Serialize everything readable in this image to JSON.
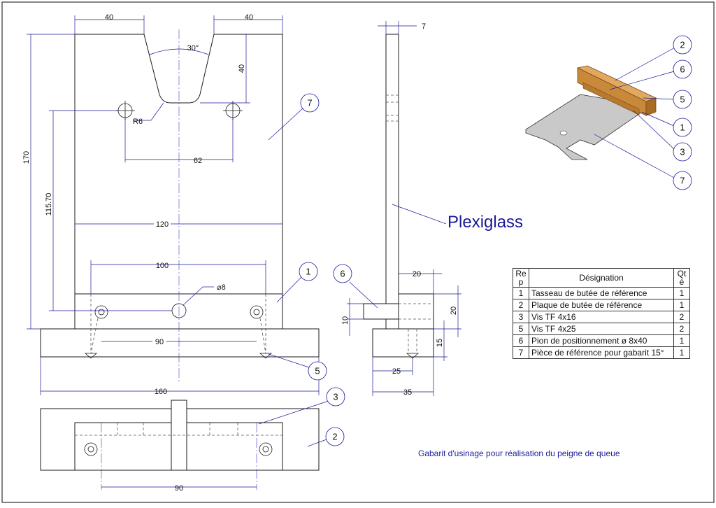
{
  "dimensions": {
    "top_left_width": "40",
    "top_right_width": "40",
    "v_angle": "30°",
    "v_depth": "40",
    "fillet_radius": "R6",
    "hole_spacing_top": "62",
    "total_width": "120",
    "total_height": "170",
    "height_to_hole": "115.70",
    "screw_spacing": "100",
    "pin_diameter": "⌀8",
    "base_screw_spacing": "90",
    "base_length": "160",
    "bottom_screw_spacing": "90",
    "side_thickness": "7",
    "side_top_block": "20",
    "side_block_height": "20",
    "side_pin_height": "10",
    "side_base_height": "15",
    "side_inner_width": "25",
    "side_total_width": "35"
  },
  "balloons": {
    "b7_front": "7",
    "b1_front": "1",
    "b5_front": "5",
    "b3_bottom": "3",
    "b2_bottom": "2",
    "b6_side": "6",
    "iso_2": "2",
    "iso_6": "6",
    "iso_5": "5",
    "iso_1": "1",
    "iso_3": "3",
    "iso_7": "7"
  },
  "plexiglass_label": "Plexiglass",
  "bom": {
    "headers": [
      "Re p",
      "Désignation",
      "Qt é"
    ],
    "rows": [
      {
        "rep": "1",
        "designation": "Tasseau de butée de référence",
        "qte": "1"
      },
      {
        "rep": "2",
        "designation": "Plaque de butée de référence",
        "qte": "1"
      },
      {
        "rep": "3",
        "designation": "Vis TF 4x16",
        "qte": "2"
      },
      {
        "rep": "5",
        "designation": "Vis TF 4x25",
        "qte": "2"
      },
      {
        "rep": "6",
        "designation": "Pion de positionnement ø 8x40",
        "qte": "1"
      },
      {
        "rep": "7",
        "designation": "Pièce de référence pour gabarit 15°",
        "qte": "1"
      }
    ]
  },
  "caption": "Gabarit d'usinage pour réalisation du peigne de queue",
  "colors": {
    "line": "#1a1a1a",
    "dimension": "#1a1a99",
    "wood": "#c8893a",
    "plate": "#c9c9c9"
  }
}
